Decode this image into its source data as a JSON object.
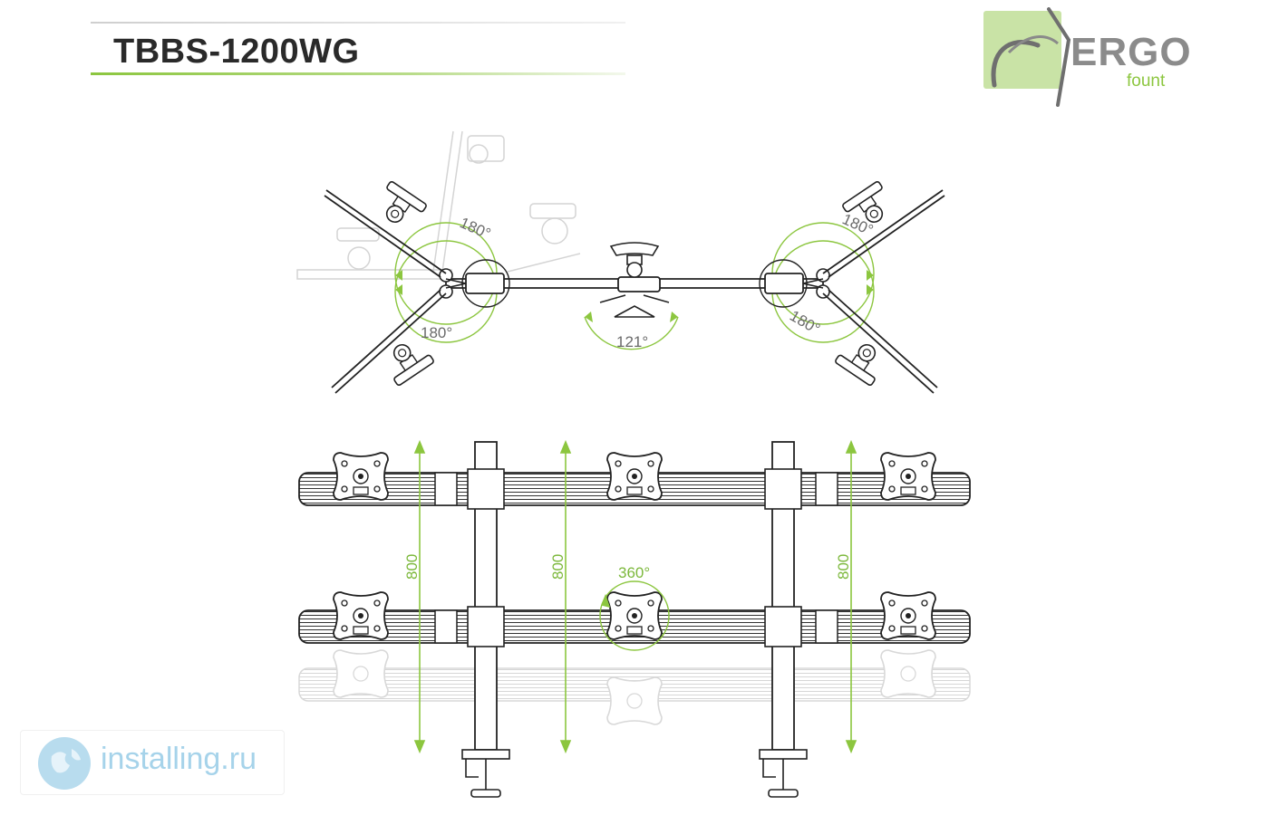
{
  "header": {
    "title": "TBBS-1200WG"
  },
  "logo": {
    "word": "ERGO",
    "sub": "fount"
  },
  "top_view": {
    "angles": [
      "180°",
      "180°",
      "121°",
      "180°",
      "180°"
    ]
  },
  "front_view": {
    "heights": [
      "800",
      "800",
      "800"
    ],
    "rotation": "360°"
  },
  "watermark": {
    "text": "installing.ru"
  },
  "colors": {
    "accent": "#8cc63f",
    "line": "#222222",
    "ghost": "#d4d4d4",
    "watermark": "#a6d3ea"
  }
}
